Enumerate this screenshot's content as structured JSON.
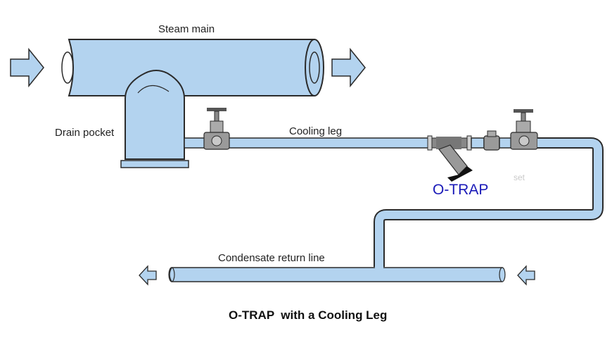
{
  "labels": {
    "steam_main": "Steam main",
    "drain_pocket": "Drain pocket",
    "cooling_leg": "Cooling leg",
    "otrap": "O-TRAP",
    "faint_set": "set",
    "condensate_return": "Condensate return line",
    "caption": "O-TRAP  with a Cooling Leg"
  },
  "colors": {
    "pipe_fill": "#b3d3ef",
    "pipe_stroke": "#2b2b2b",
    "arrow_fill": "#b3d3ef",
    "otrap_text": "#1a1ab8",
    "valve_grey": "#9a9a9a"
  },
  "icons": {
    "flow_arrow": "right-arrow-icon",
    "return_arrow": "left-arrow-icon"
  }
}
